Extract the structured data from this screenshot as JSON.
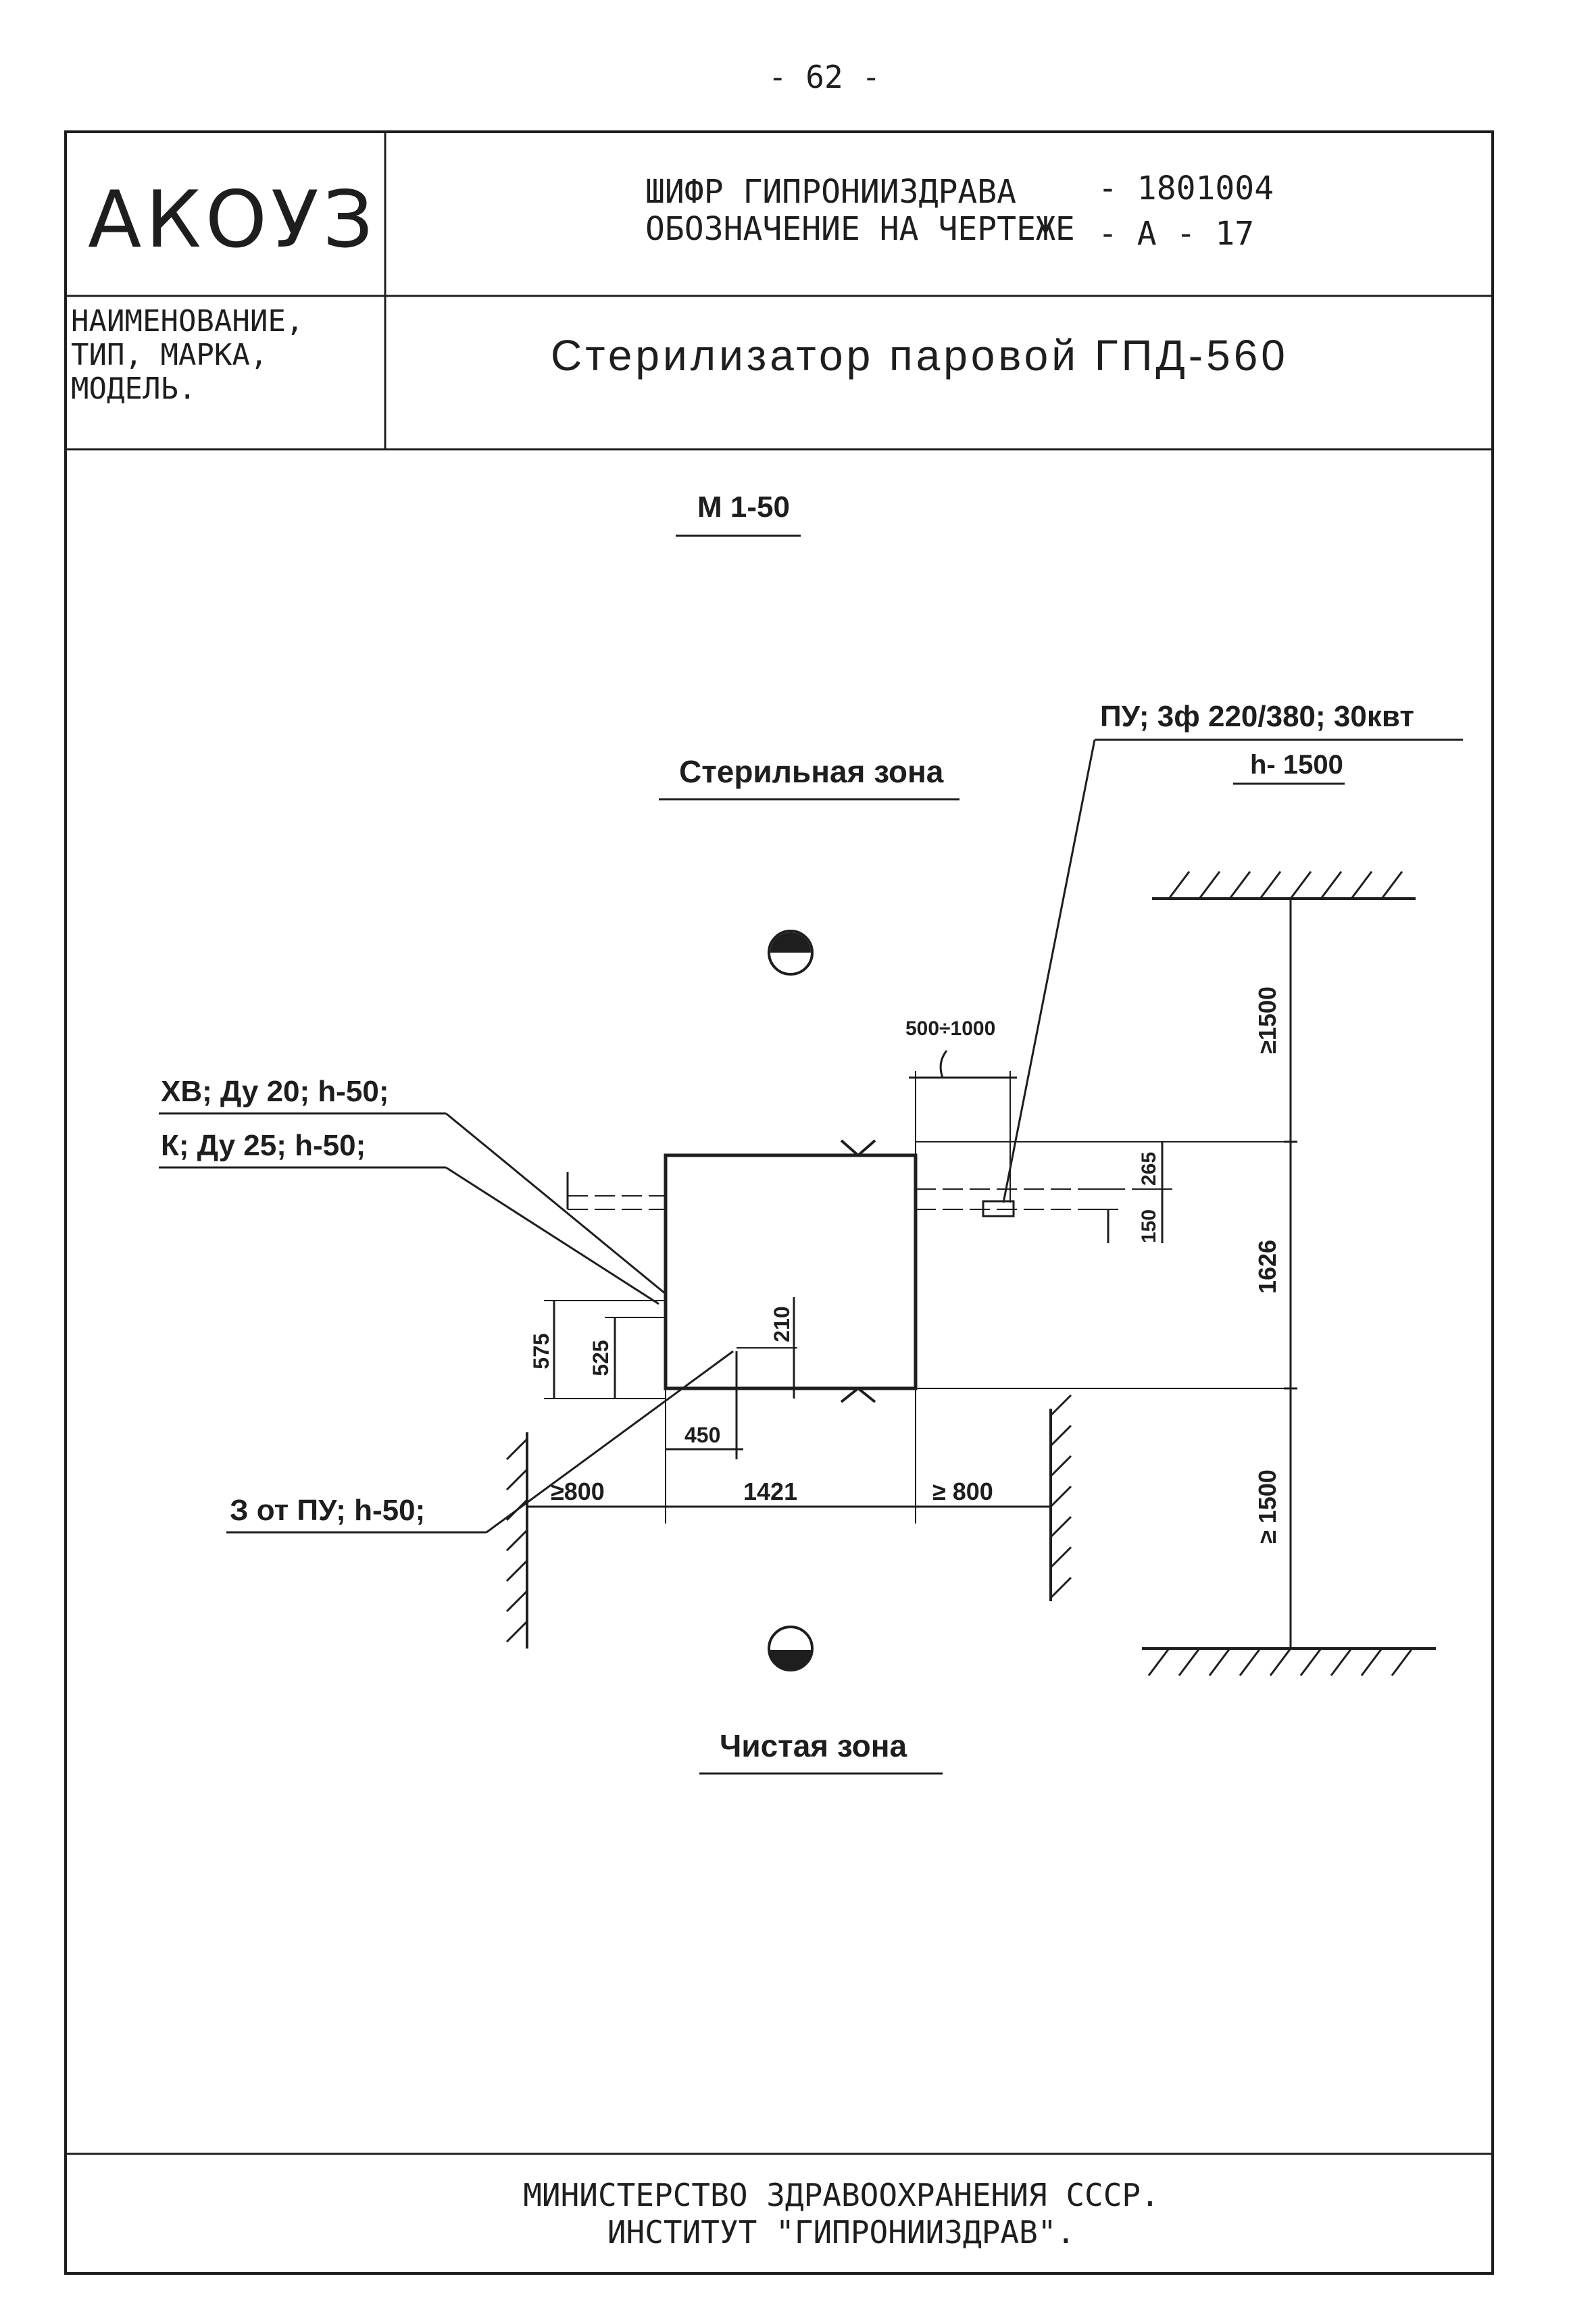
{
  "page": {
    "number": "- 62 -"
  },
  "title_block": {
    "logo": "АКОУЗ",
    "code_label": "ШИФР ГИПРОНИИЗДРАВА",
    "code_value": "- 1801004",
    "designation_label": "ОБОЗНАЧЕНИЕ НА ЧЕРТЕЖЕ",
    "designation_value": "- А - 17",
    "name_label_1": "НАИМЕНОВАНИЕ,",
    "name_label_2": "ТИП, МАРКА,",
    "name_label_3": "МОДЕЛЬ.",
    "name_value": "Стерилизатор паровой ГПД-560"
  },
  "drawing": {
    "scale": "М 1-50",
    "zone_sterile": "Стерильная зона",
    "zone_clean": "Чистая зона",
    "power_line_1": "ПУ; 3ф 220/380; 30квт",
    "power_line_2": "h- 1500",
    "cold_water": "ХВ; Ду 20; h-50;",
    "sewer": "К; Ду 25; h-50;",
    "ground": "З от ПУ; h-50;",
    "dims": {
      "d500_1000": "500÷1000",
      "d1500_top": "≥1500",
      "d1500_bottom": "≥ 1500",
      "d265": "265",
      "d150": "150",
      "d1626": "1626",
      "d575": "575",
      "d525": "525",
      "d210": "210",
      "d450": "450",
      "d800_left": "≥800",
      "d1421": "1421",
      "d800_right": "≥ 800"
    }
  },
  "footer": {
    "line_1": "МИНИСТЕРСТВО ЗДРАВООХРАНЕНИЯ СССР.",
    "line_2": "ИНСТИТУТ \"ГИПРОНИИЗДРАВ\"."
  }
}
